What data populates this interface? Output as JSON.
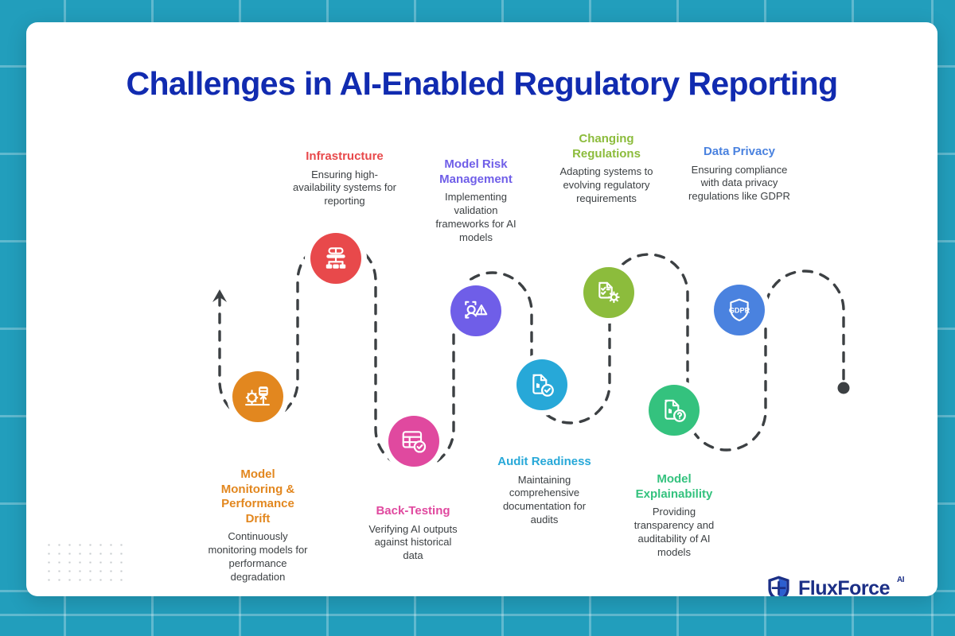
{
  "page": {
    "background_color": "#229ebc",
    "card_color": "#ffffff",
    "title": "Challenges in AI-Enabled Regulatory Reporting",
    "title_color": "#112bb0"
  },
  "nodes": [
    {
      "id": "model-monitoring-performance-drift",
      "title": "Model\nMonitoring &\nPerformance\nDrift",
      "title_line1": "Model",
      "title_line2": "Monitoring &",
      "title_line3": "Performance",
      "title_line4": "Drift",
      "description": "Continuously monitoring models for performance degradation",
      "color": "#e2871f",
      "icon": "monitoring-gauge-icon",
      "position": "bottom"
    },
    {
      "id": "infrastructure",
      "title": "Infrastructure",
      "description": "Ensuring high-availability systems for reporting",
      "color": "#e8494b",
      "icon": "server-network-icon",
      "position": "top"
    },
    {
      "id": "back-testing",
      "title": "Back-Testing",
      "description": "Verifying AI outputs against historical data",
      "color": "#e0499f",
      "icon": "table-check-icon",
      "position": "bottom"
    },
    {
      "id": "model-risk-management",
      "title": "Model Risk\nManagement",
      "title_line1": "Model Risk",
      "title_line2": "Management",
      "description": "Implementing validation frameworks for AI models",
      "color": "#6f5ee8",
      "icon": "ai-warning-icon",
      "position": "top"
    },
    {
      "id": "audit-readiness",
      "title": "Audit Readiness",
      "description": "Maintaining comprehensive documentation for audits",
      "color": "#27a8d8",
      "icon": "document-check-icon",
      "position": "bottom"
    },
    {
      "id": "changing-regulations",
      "title": "Changing\nRegulations",
      "title_line1": "Changing",
      "title_line2": "Regulations",
      "description": "Adapting systems to evolving regulatory requirements",
      "color": "#8cbc3c",
      "icon": "checklist-gear-icon",
      "position": "top"
    },
    {
      "id": "model-explainability",
      "title": "Model\nExplainability",
      "title_line1": "Model",
      "title_line2": "Explainability",
      "description": "Providing transparency and auditability of AI models",
      "color": "#34c27e",
      "icon": "document-question-icon",
      "position": "bottom"
    },
    {
      "id": "data-privacy",
      "title": "Data Privacy",
      "description": "Ensuring compliance with data privacy regulations like GDPR",
      "color": "#4a82df",
      "icon": "gdpr-shield-icon",
      "icon_text": "GDPR",
      "position": "top"
    }
  ],
  "logo": {
    "word": "FluxForce",
    "superscript": "AI",
    "icon": "shield-logo-icon",
    "color": "#1b2f86"
  }
}
